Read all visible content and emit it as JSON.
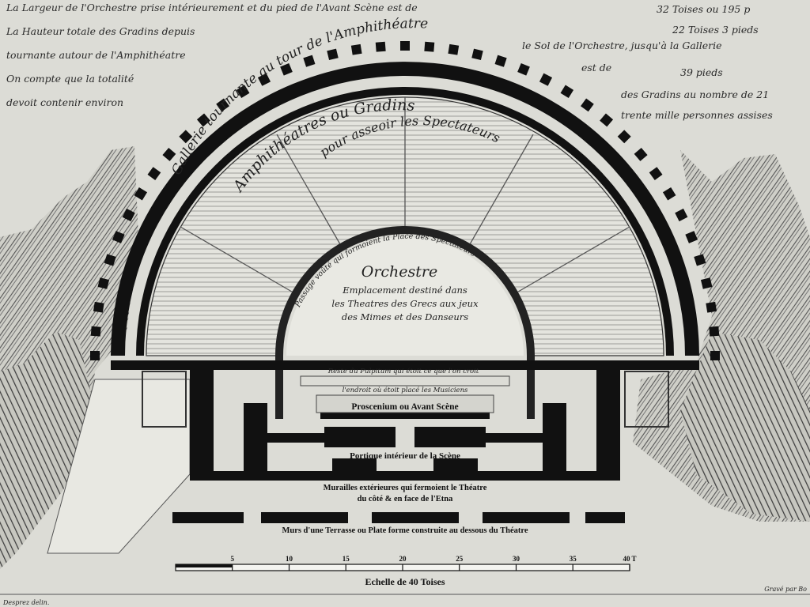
{
  "header_notes": {
    "left_line1": "La Largeur de l'Orchestre prise intérieurement et du pied de l'Avant Scène est de",
    "left_line2": "La Hauteur totale des Gradins depuis",
    "left_line3": "tournante autour de l'Amphithéatre",
    "left_line4": "On compte que la totalité",
    "left_line5": "devoit contenir environ",
    "mid_line1": "le Sol de l'Orchestre, jusqu'à la Gallerie",
    "mid_line2": "est de",
    "mid_line3": "des Gradins au nombre de 21",
    "right_line1": "32 Toises ou 195 p",
    "right_line2": "22 Toises 3 pieds",
    "right_line3": "39 pieds",
    "right_line4": "trente mille personnes assises"
  },
  "labels": {
    "gallery": "Gallerie tournante au tour de l'Amphithéatre",
    "amphitheatre_line1": "Amphithéatres ou Gradins",
    "amphitheatre_line2": "pour asseoir les Spectateurs",
    "passage": "Passage voûté qui formoient la Place des Spectateurs",
    "orchestra_title": "Orchestre",
    "orchestra_desc1": "Emplacement destiné dans",
    "orchestra_desc2": "les Theatres des Grecs aux jeux",
    "orchestra_desc3": "des Mimes et des Danseurs",
    "pulpitum": "Reste du Pulpitum qui étoit ce que l'on croit",
    "musicians": "l'endroit où étoit placé les Musiciens",
    "proscenium": "Proscenium ou Avant Scène",
    "portico": "Portique intérieur de la Scène",
    "walls_line1": "Murailles extérieures qui fermoient le Théatre",
    "walls_line2": "du côté & en face de l'Etna",
    "terrace": "Murs d'une Terrasse ou Plate forme construite au dessous du Théatre"
  },
  "scale": {
    "ticks": [
      "5",
      "10",
      "15",
      "20",
      "25",
      "30",
      "35",
      "40 T"
    ],
    "caption": "Echelle de 40 Toises"
  },
  "footer": {
    "left": "Desprez delin.",
    "right": "Gravé par Bo"
  },
  "colors": {
    "paper": "#dcdcd6",
    "ink": "#111111",
    "hatch": "#5a5a5a"
  }
}
